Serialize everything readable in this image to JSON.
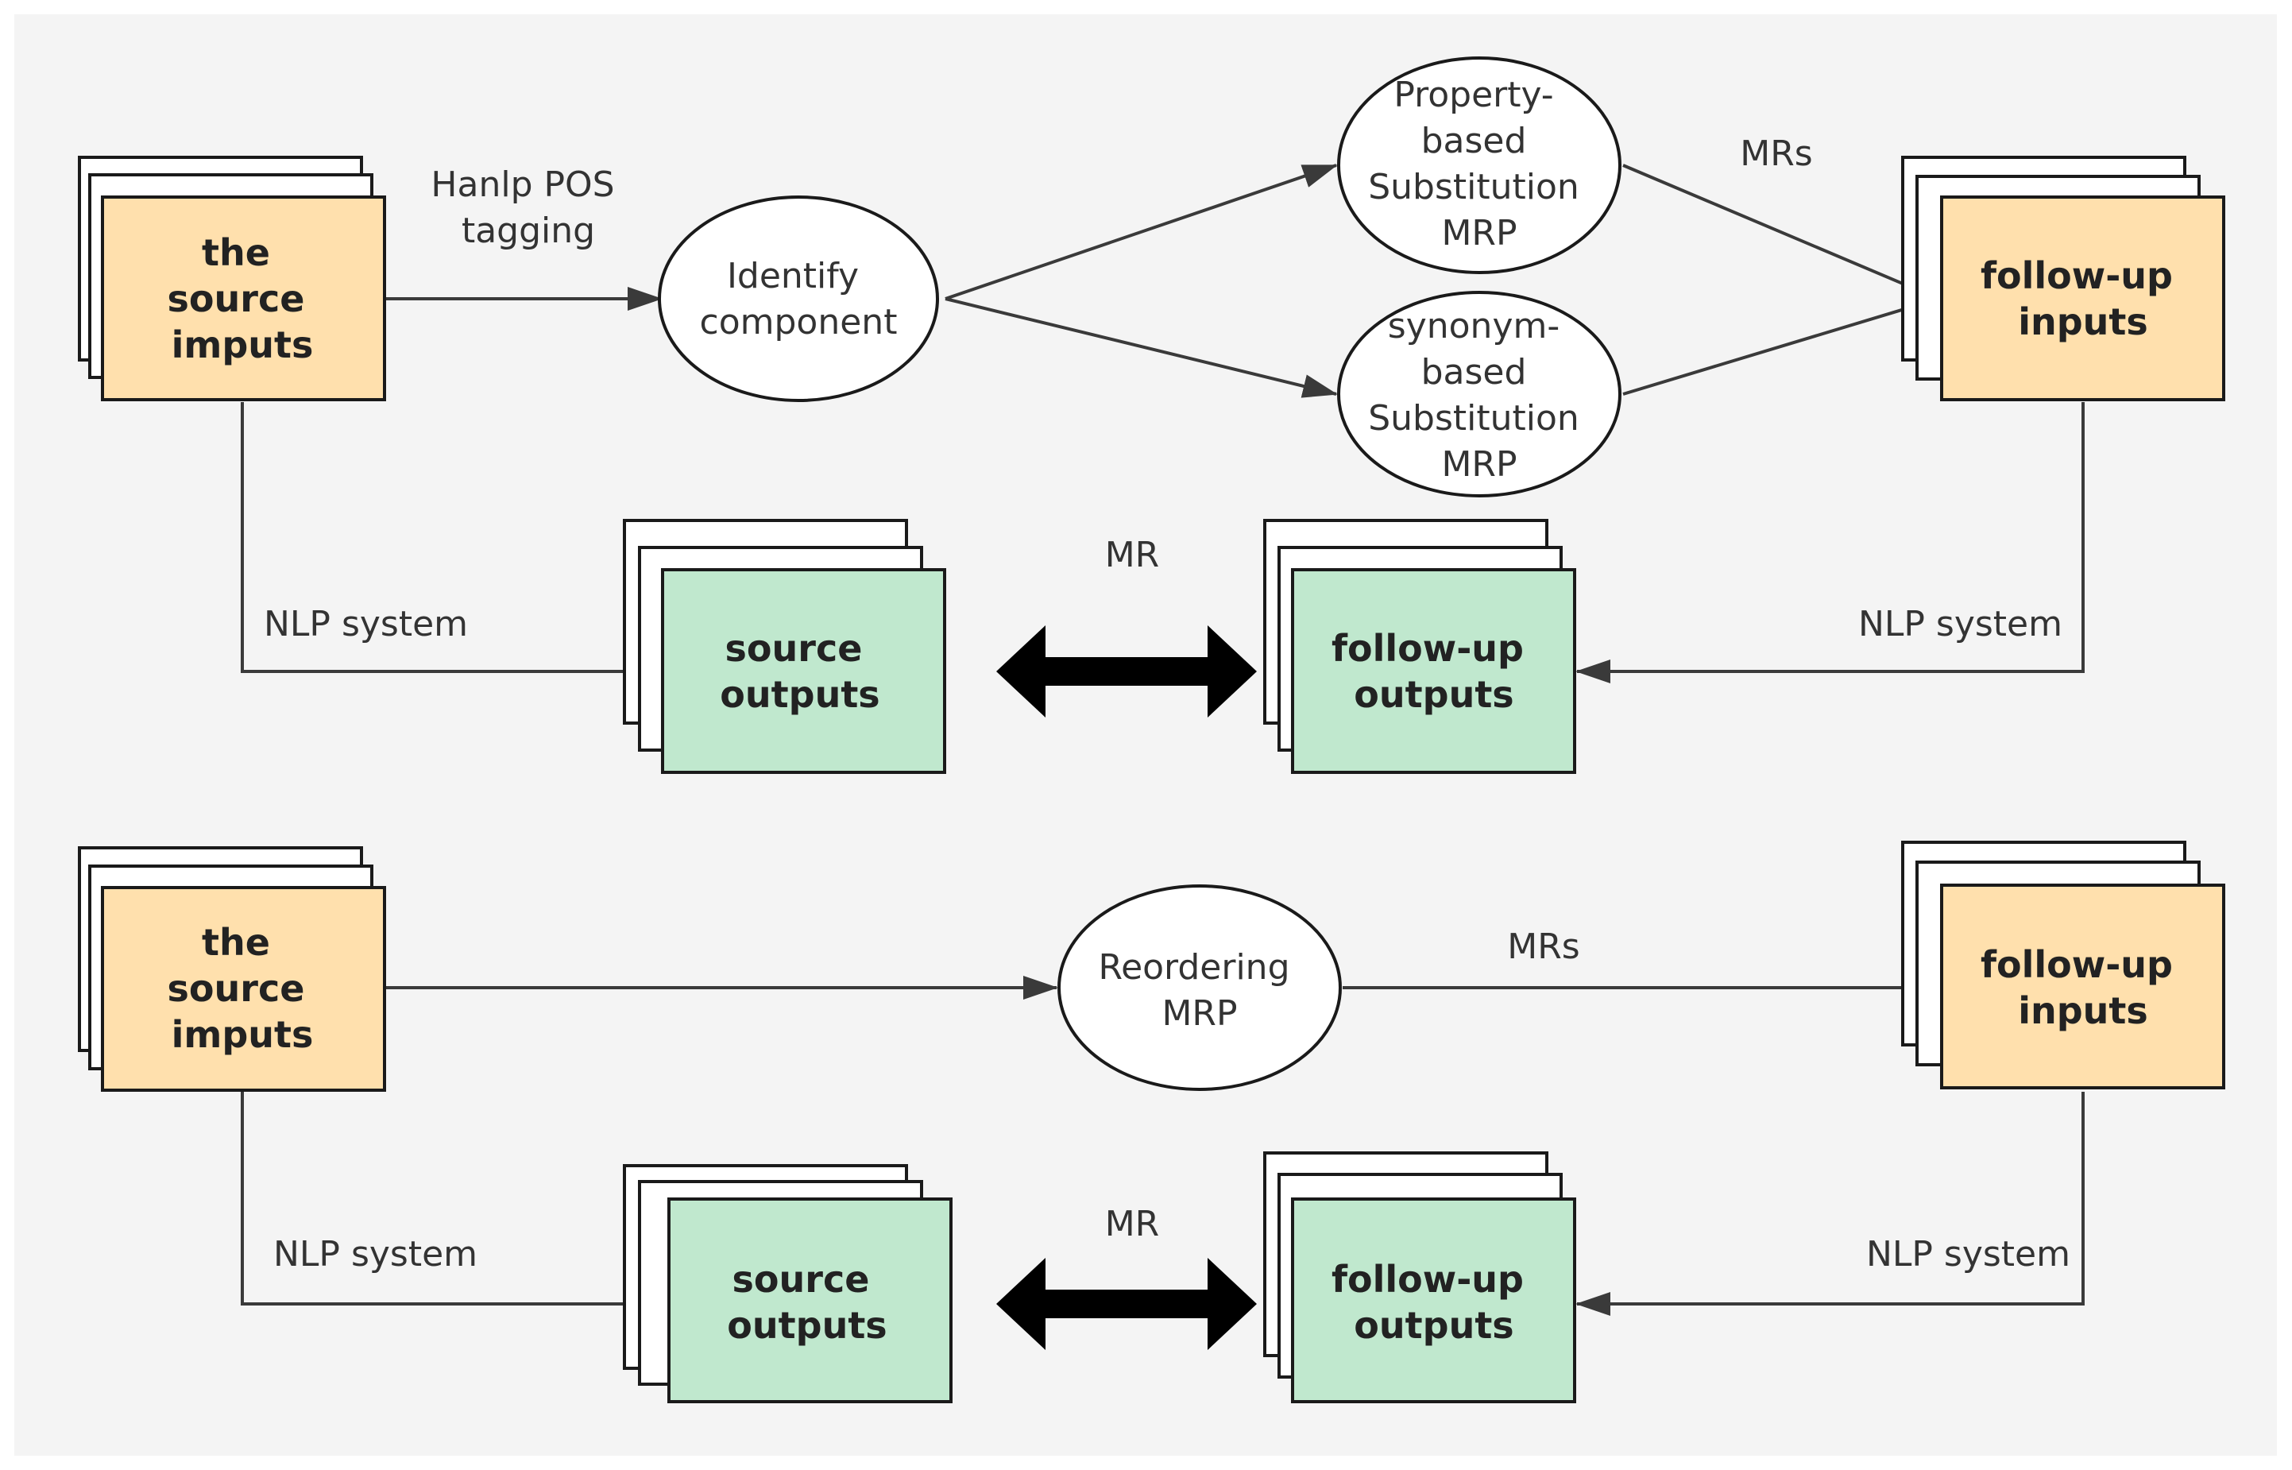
{
  "colors": {
    "background": "#f4f4f4",
    "input_fill": "#ffe0ad",
    "output_fill": "#c0e8ce",
    "stroke": "#1a1a1a",
    "edge": "#3a3a3a"
  },
  "top": {
    "source_inputs": [
      "the",
      "source",
      "imputs"
    ],
    "hanlp_label": [
      "Hanlp POS",
      "tagging"
    ],
    "identify": [
      "Identify",
      "component"
    ],
    "property_mrp": [
      "Property-",
      "based",
      "Substitution",
      "MRP"
    ],
    "synonym_mrp": [
      "synonym-",
      "based",
      "Substitution",
      "MRP"
    ],
    "mrs_label": "MRs",
    "followup_inputs": [
      "follow-up",
      "inputs"
    ],
    "nlp_left": "NLP system",
    "nlp_right": "NLP system",
    "source_outputs": [
      "source",
      "outputs"
    ],
    "followup_outputs": [
      "follow-up",
      "outputs"
    ],
    "mr_label": "MR"
  },
  "bottom": {
    "source_inputs": [
      "the",
      "source",
      "imputs"
    ],
    "reordering": [
      "Reordering",
      "MRP"
    ],
    "mrs_label": "MRs",
    "followup_inputs": [
      "follow-up",
      "inputs"
    ],
    "nlp_left": "NLP system",
    "nlp_right": "NLP system",
    "source_outputs": [
      "source",
      "outputs"
    ],
    "followup_outputs": [
      "follow-up",
      "outputs"
    ],
    "mr_label": "MR"
  }
}
